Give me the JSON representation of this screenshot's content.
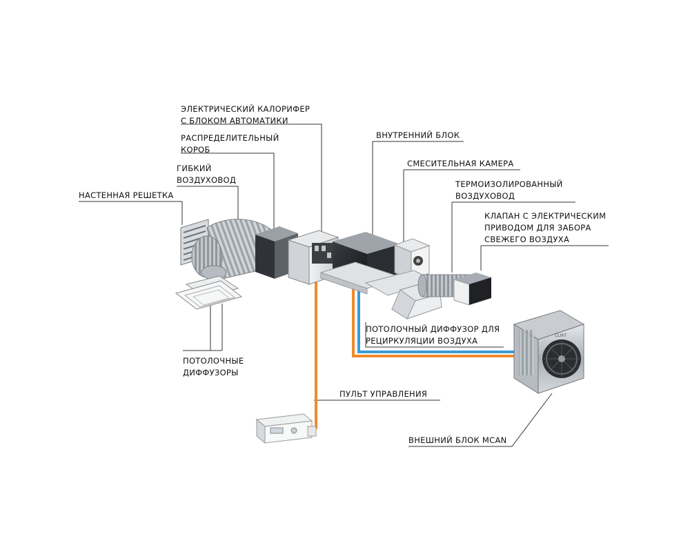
{
  "labels": {
    "heater": [
      "ЭЛЕКТРИЧЕСКИЙ КАЛОРИФЕР",
      "С БЛОКОМ АВТОМАТИКИ"
    ],
    "distribution_box": [
      "РАСПРЕДЕЛИТЕЛЬНЫЙ",
      "КОРОБ"
    ],
    "flex_duct": [
      "ГИБКИЙ",
      "ВОЗДУХОВОД"
    ],
    "wall_grille": [
      "НАСТЕННАЯ РЕШЕТКА"
    ],
    "indoor_unit": [
      "ВНУТРЕННИЙ БЛОК"
    ],
    "mixing_chamber": [
      "СМЕСИТЕЛЬНАЯ КАМЕРА"
    ],
    "insulated_duct": [
      "ТЕРМОИЗОЛИРОВАННЫЙ",
      "ВОЗДУХОВОД"
    ],
    "damper": [
      "КЛАПАН С ЭЛЕКТРИЧЕСКИМ",
      "ПРИВОДОМ ДЛЯ ЗАБОРА",
      "СВЕЖЕГО ВОЗДУХА"
    ],
    "recirc_diffuser": [
      "ПОТОЛОЧНЫЙ ДИФФУЗОР ДЛЯ",
      "РЕЦИРКУЛЯЦИИ ВОЗДУХА"
    ],
    "ceiling_diffusers": [
      "ПОТОЛОЧНЫЕ",
      "ДИФФУЗОРЫ"
    ],
    "remote": [
      "ПУЛЬТ УПРАВЛЕНИЯ"
    ],
    "outdoor_unit": [
      "ВНЕШНИЙ БЛОК MCAN"
    ]
  },
  "outdoor_brand": "CLINT",
  "colors": {
    "pipe_orange": "#f08a2c",
    "pipe_blue": "#3a9ad9",
    "leader": "#333333"
  }
}
